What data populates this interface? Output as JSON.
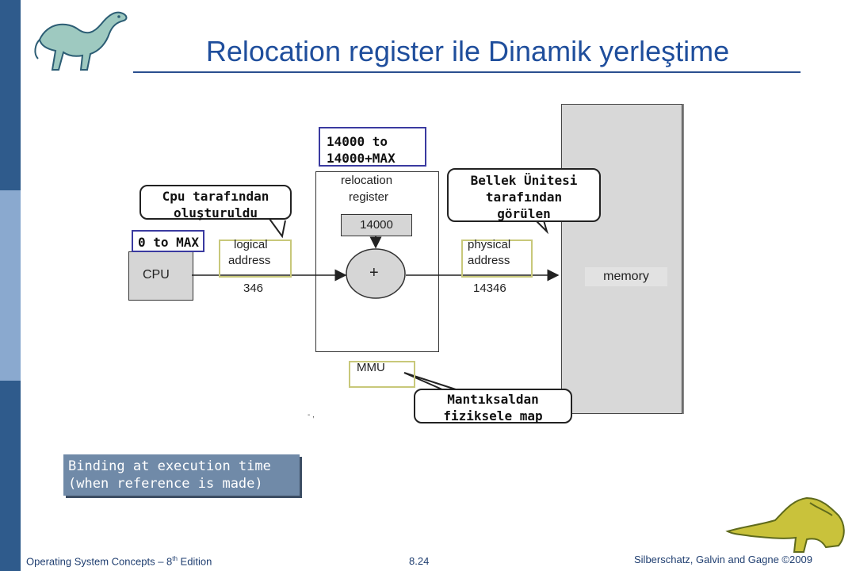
{
  "slide": {
    "title": "Relocation register ile Dinamik yerleştime",
    "side_colors": [
      "#2f5b8c",
      "#8aa9cf",
      "#2f5b8c"
    ]
  },
  "diagram": {
    "cpu_label": "CPU",
    "logical_label_1": "logical",
    "logical_label_2": "address",
    "logical_value": "346",
    "relocation_label_1": "relocation",
    "relocation_label_2": "register",
    "relocation_value": "14000",
    "adder_symbol": "+",
    "physical_label_1": "physical",
    "physical_label_2": "address",
    "physical_value": "14346",
    "memory_label": "memory",
    "mmu_label": "MMU"
  },
  "annotations": {
    "range_top_1": "14000 to",
    "range_top_2": "14000+MAX",
    "range_cpu": "0 to MAX",
    "callout_cpu_1": "Cpu tarafından",
    "callout_cpu_2": "oluşturuldu",
    "callout_memory_1": "Bellek Ünitesi",
    "callout_memory_2": "tarafından",
    "callout_memory_3": "görülen",
    "callout_map_1": "Mantıksaldan",
    "callout_map_2": "fiziksele map",
    "binding_1": "Binding at execution time",
    "binding_2": "(when reference is made)"
  },
  "footer": {
    "left_prefix": "Operating System Concepts – 8",
    "left_sup": "th",
    "left_suffix": " Edition",
    "center": "8.24",
    "right": "Silberschatz, Galvin and Gagne ©2009"
  }
}
